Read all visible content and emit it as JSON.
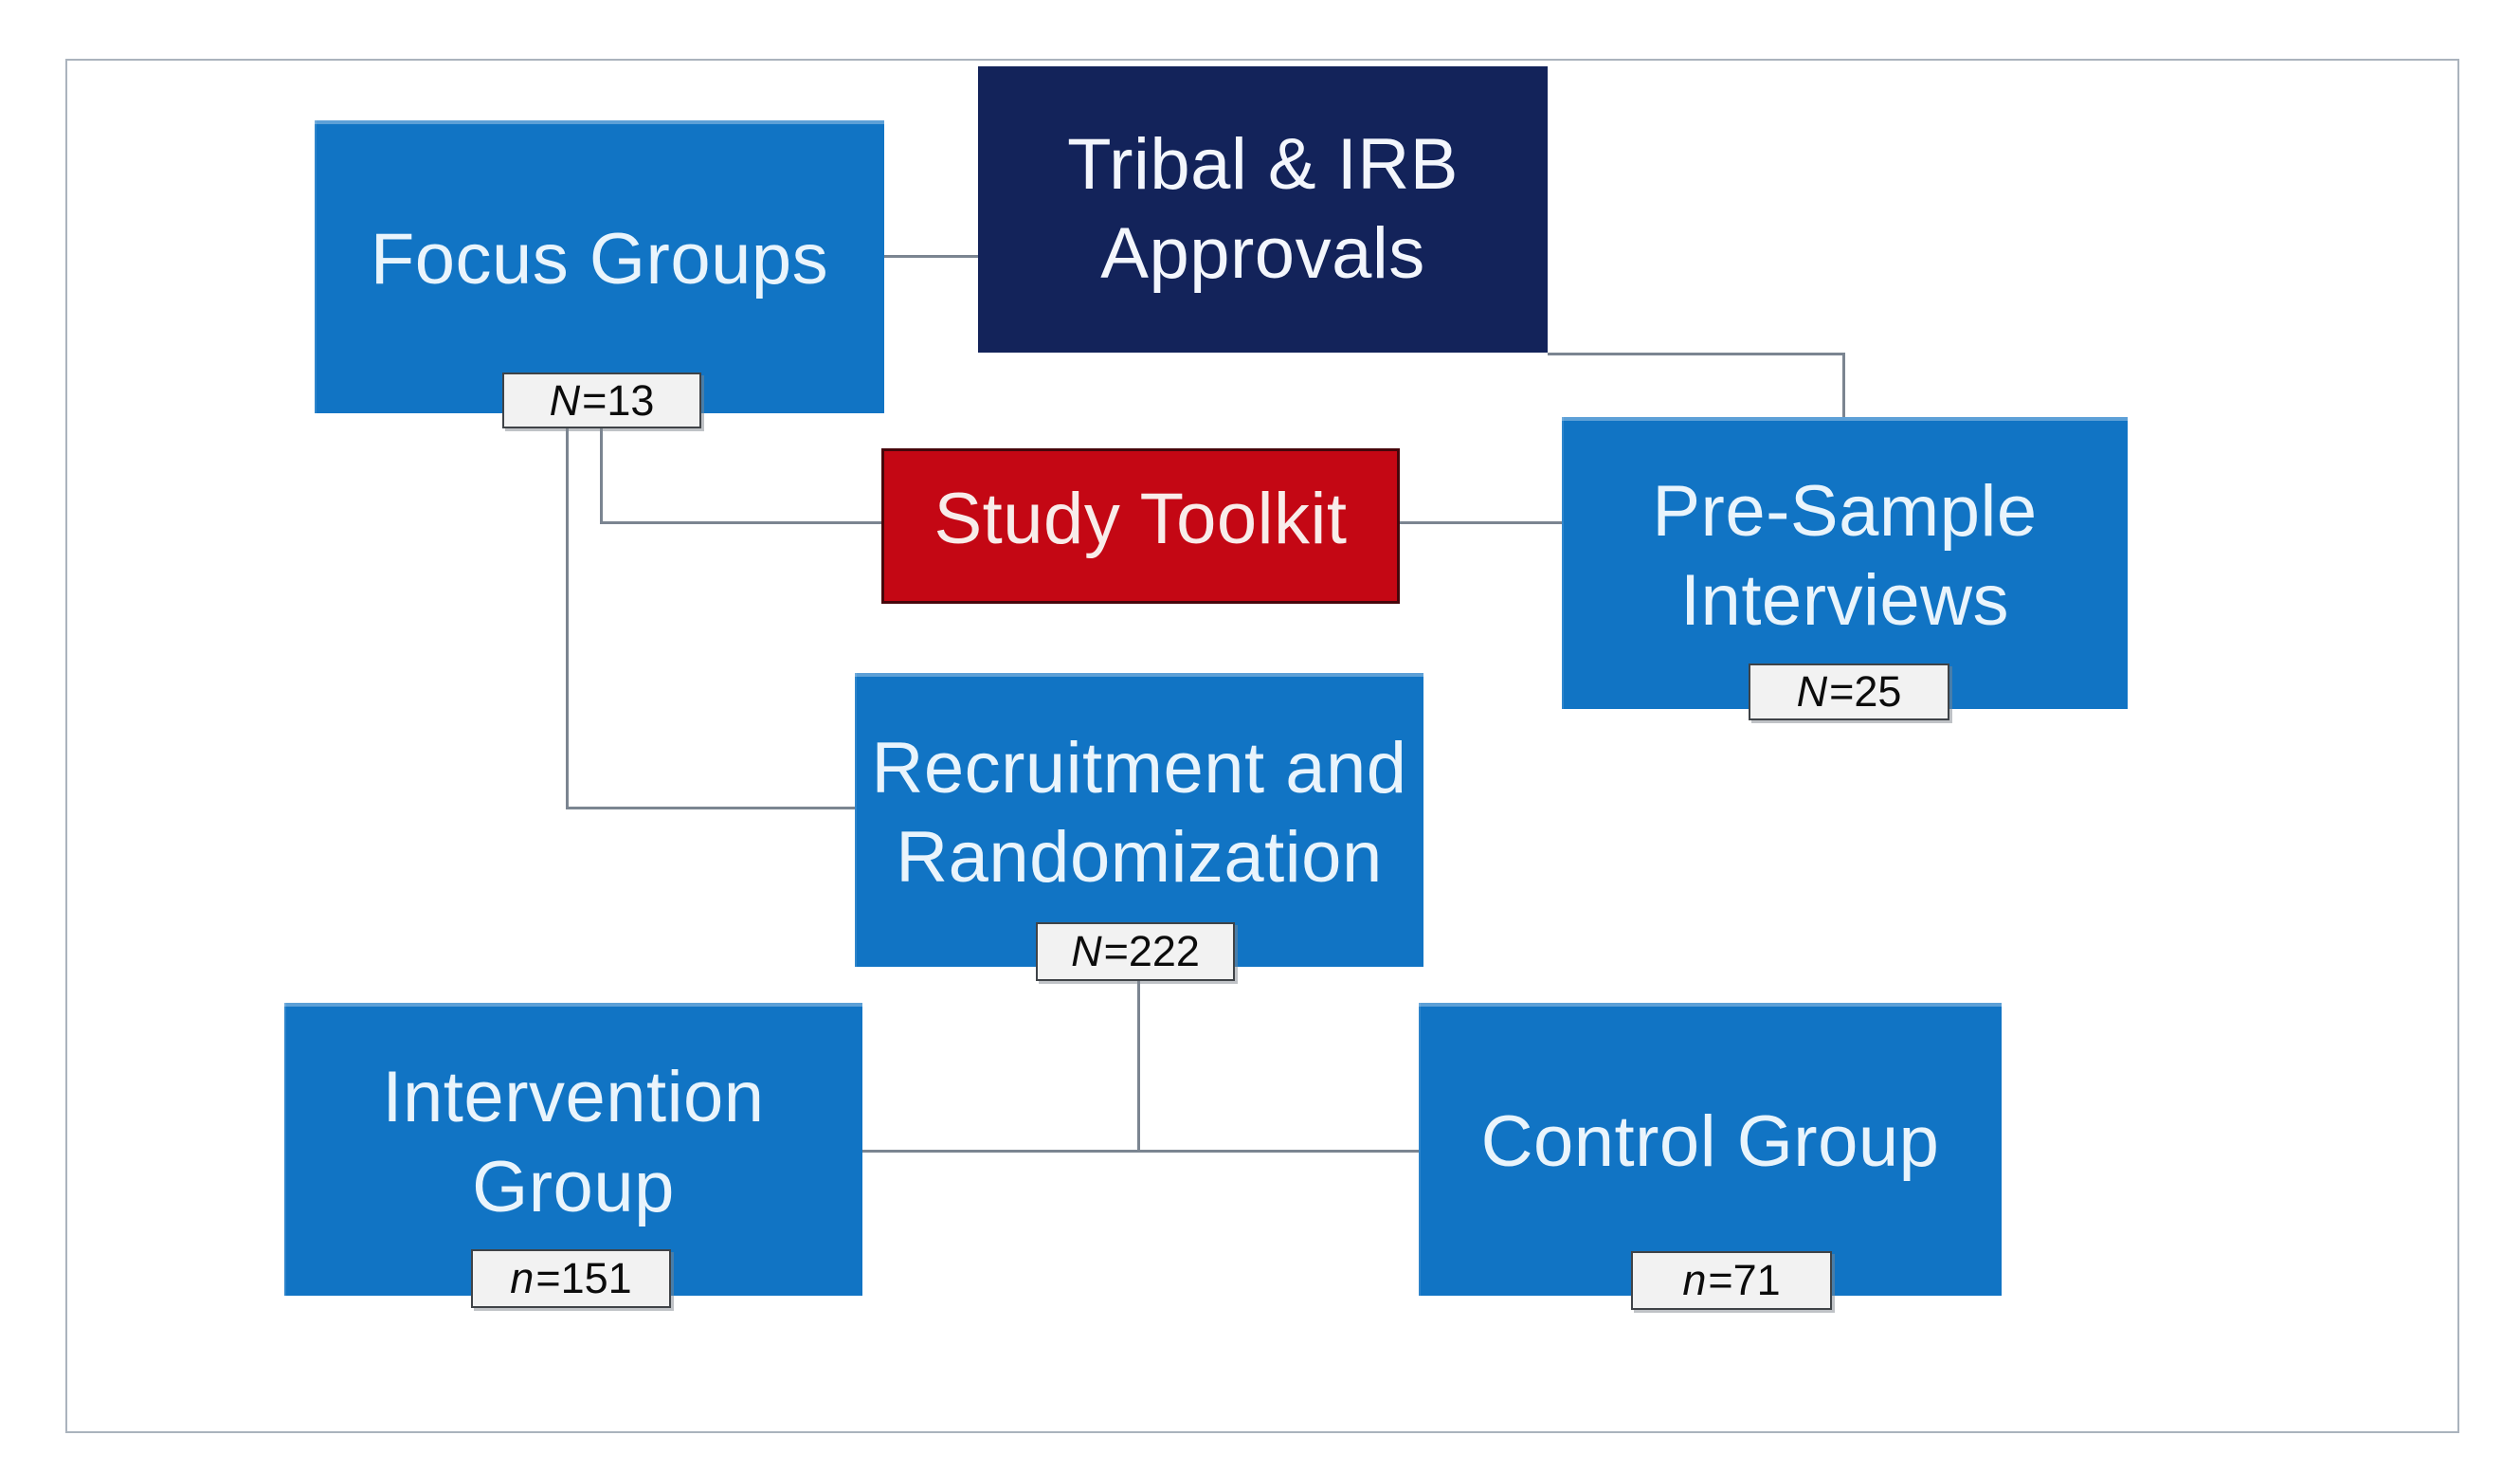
{
  "diagram": {
    "boxes": {
      "focus": {
        "lines": [
          "Focus Groups"
        ]
      },
      "tribal": {
        "lines": [
          "Tribal & IRB",
          "Approvals"
        ]
      },
      "toolkit": {
        "lines": [
          "Study Toolkit"
        ]
      },
      "presample": {
        "lines": [
          "Pre-Sample",
          "Interviews"
        ]
      },
      "recruitment": {
        "lines": [
          "Recruitment and",
          "Randomization"
        ]
      },
      "intervention": {
        "lines": [
          "Intervention",
          "Group"
        ]
      },
      "control": {
        "lines": [
          "Control Group"
        ]
      }
    },
    "badges": {
      "focus": {
        "var": "N",
        "rest": "=13"
      },
      "presample": {
        "var": "N",
        "rest": "=25"
      },
      "recruitment": {
        "var": "N",
        "rest": "=222"
      },
      "intervention": {
        "var": "n",
        "rest": "=151"
      },
      "control": {
        "var": "n",
        "rest": "=71"
      }
    },
    "colors": {
      "blue": "#1174c4",
      "navy": "#13235a",
      "red": "#c40714",
      "red_border": "#46060b",
      "line": "#7b8591",
      "frame": "#aab3bd",
      "label_bg": "#f2f2f2",
      "label_border": "#3f4347"
    }
  }
}
